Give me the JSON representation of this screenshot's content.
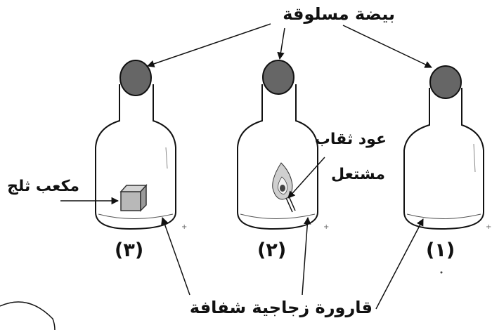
{
  "labels": {
    "egg": "بيضة مسلوقة",
    "match_line1": "عود ثقاب",
    "match_line2": "مشتعل",
    "ice": "مكعب ثلج",
    "bottle": "قارورة زجاجية شفافة"
  },
  "bottles": [
    {
      "number": "(٣)"
    },
    {
      "number": "(٢)"
    },
    {
      "number": "(١)"
    }
  ],
  "colors": {
    "egg": "#666666",
    "ink": "#111111",
    "flame_outer": "#cfcfcf",
    "ice": "#b8b8b8"
  }
}
